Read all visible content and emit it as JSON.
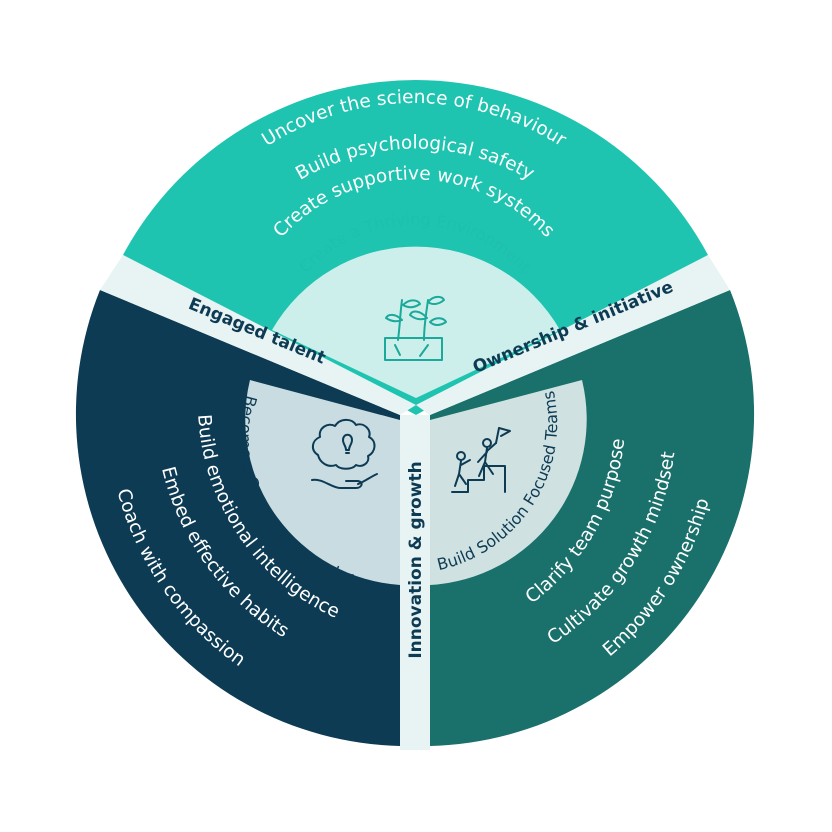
{
  "colors": {
    "top_segment": "#1ec4b0",
    "left_segment": "#0d3b54",
    "right_segment": "#1a706a",
    "inner_top": "#cdefeb",
    "inner_left": "#c9dce1",
    "inner_right": "#cfe2e1",
    "band": "#e8f3f3",
    "dark_text": "#0e3b54"
  },
  "segments": {
    "top": {
      "title": "Create a Thriving Environment",
      "items": [
        "Uncover the science of behaviour",
        "Build psychological safety",
        "Create supportive work systems"
      ],
      "icon": "plant-sprout-icon"
    },
    "left": {
      "title": "Become a Courageous Leader",
      "items": [
        "Build emotional intelligence",
        "Embed effective habits",
        "Coach with compassion"
      ],
      "icon": "brain-hand-icon"
    },
    "right": {
      "title": "Build Solution Focused Teams",
      "items": [
        "Clarify team purpose",
        "Cultivate growth mindset",
        "Empower ownership"
      ],
      "icon": "team-climb-flag-icon"
    }
  },
  "bands": {
    "left": "Engaged talent",
    "right": "Ownership & initiative",
    "bottom": "Innovation & growth"
  }
}
